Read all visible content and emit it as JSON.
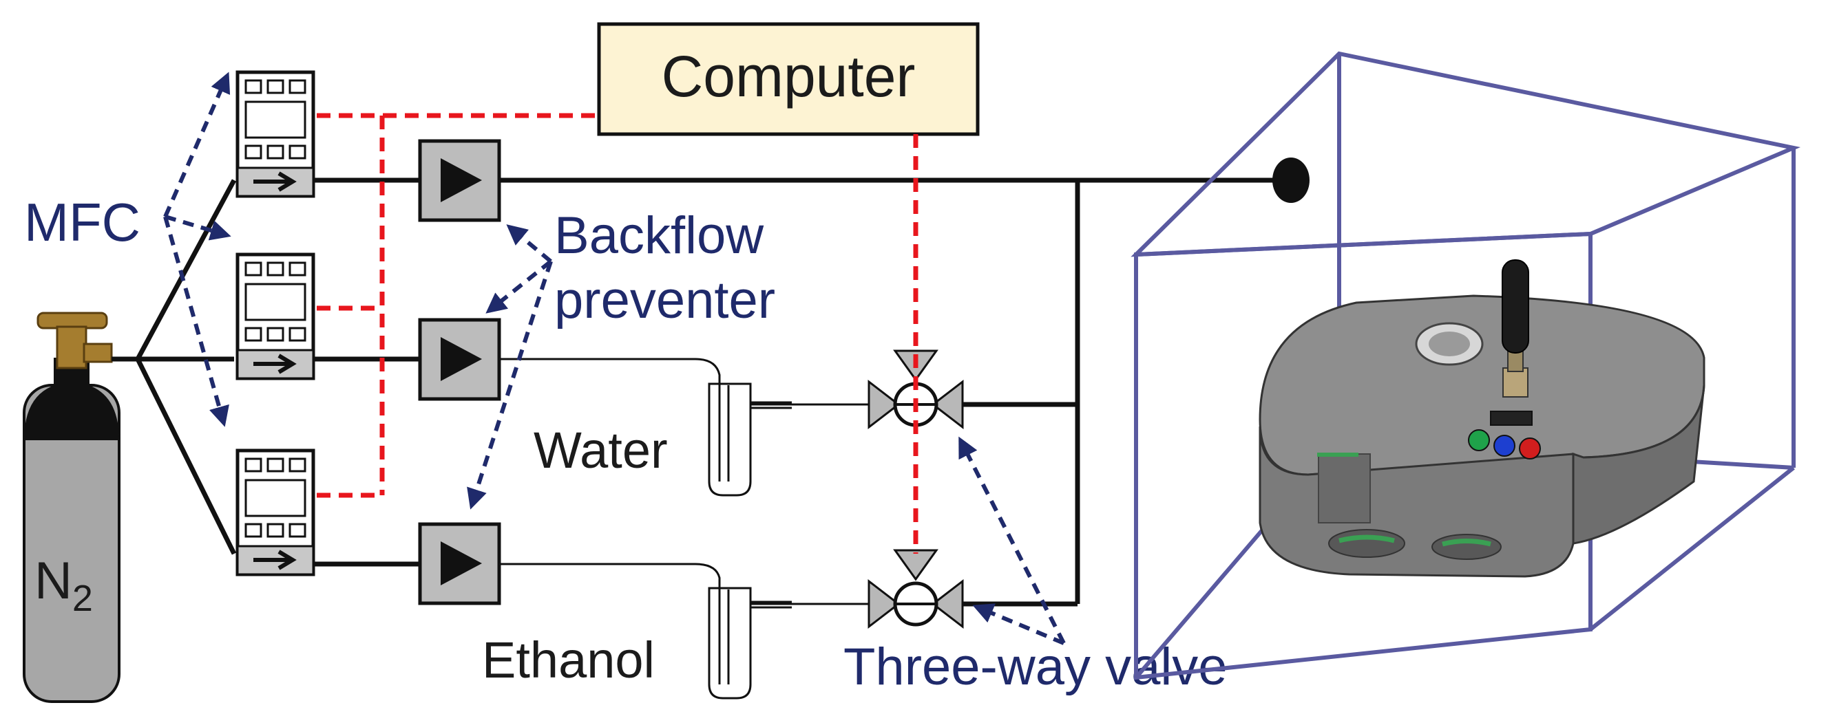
{
  "labels": {
    "computer": "Computer",
    "mfc": "MFC",
    "backflow_line1": "Backflow",
    "backflow_line2": "preventer",
    "water": "Water",
    "ethanol": "Ethanol",
    "three_way_valve": "Three-way valve",
    "n2_base": "N",
    "n2_sub": "2"
  },
  "colors": {
    "signal": "#e8161d",
    "callout": "#1f2a6b",
    "computer_fill": "#fdf3d3",
    "cylinder": "#a7a7a7",
    "valve_brass": "#a57d2f",
    "chamber": "#5a5aa0",
    "device_body": "#8e8e8e"
  }
}
